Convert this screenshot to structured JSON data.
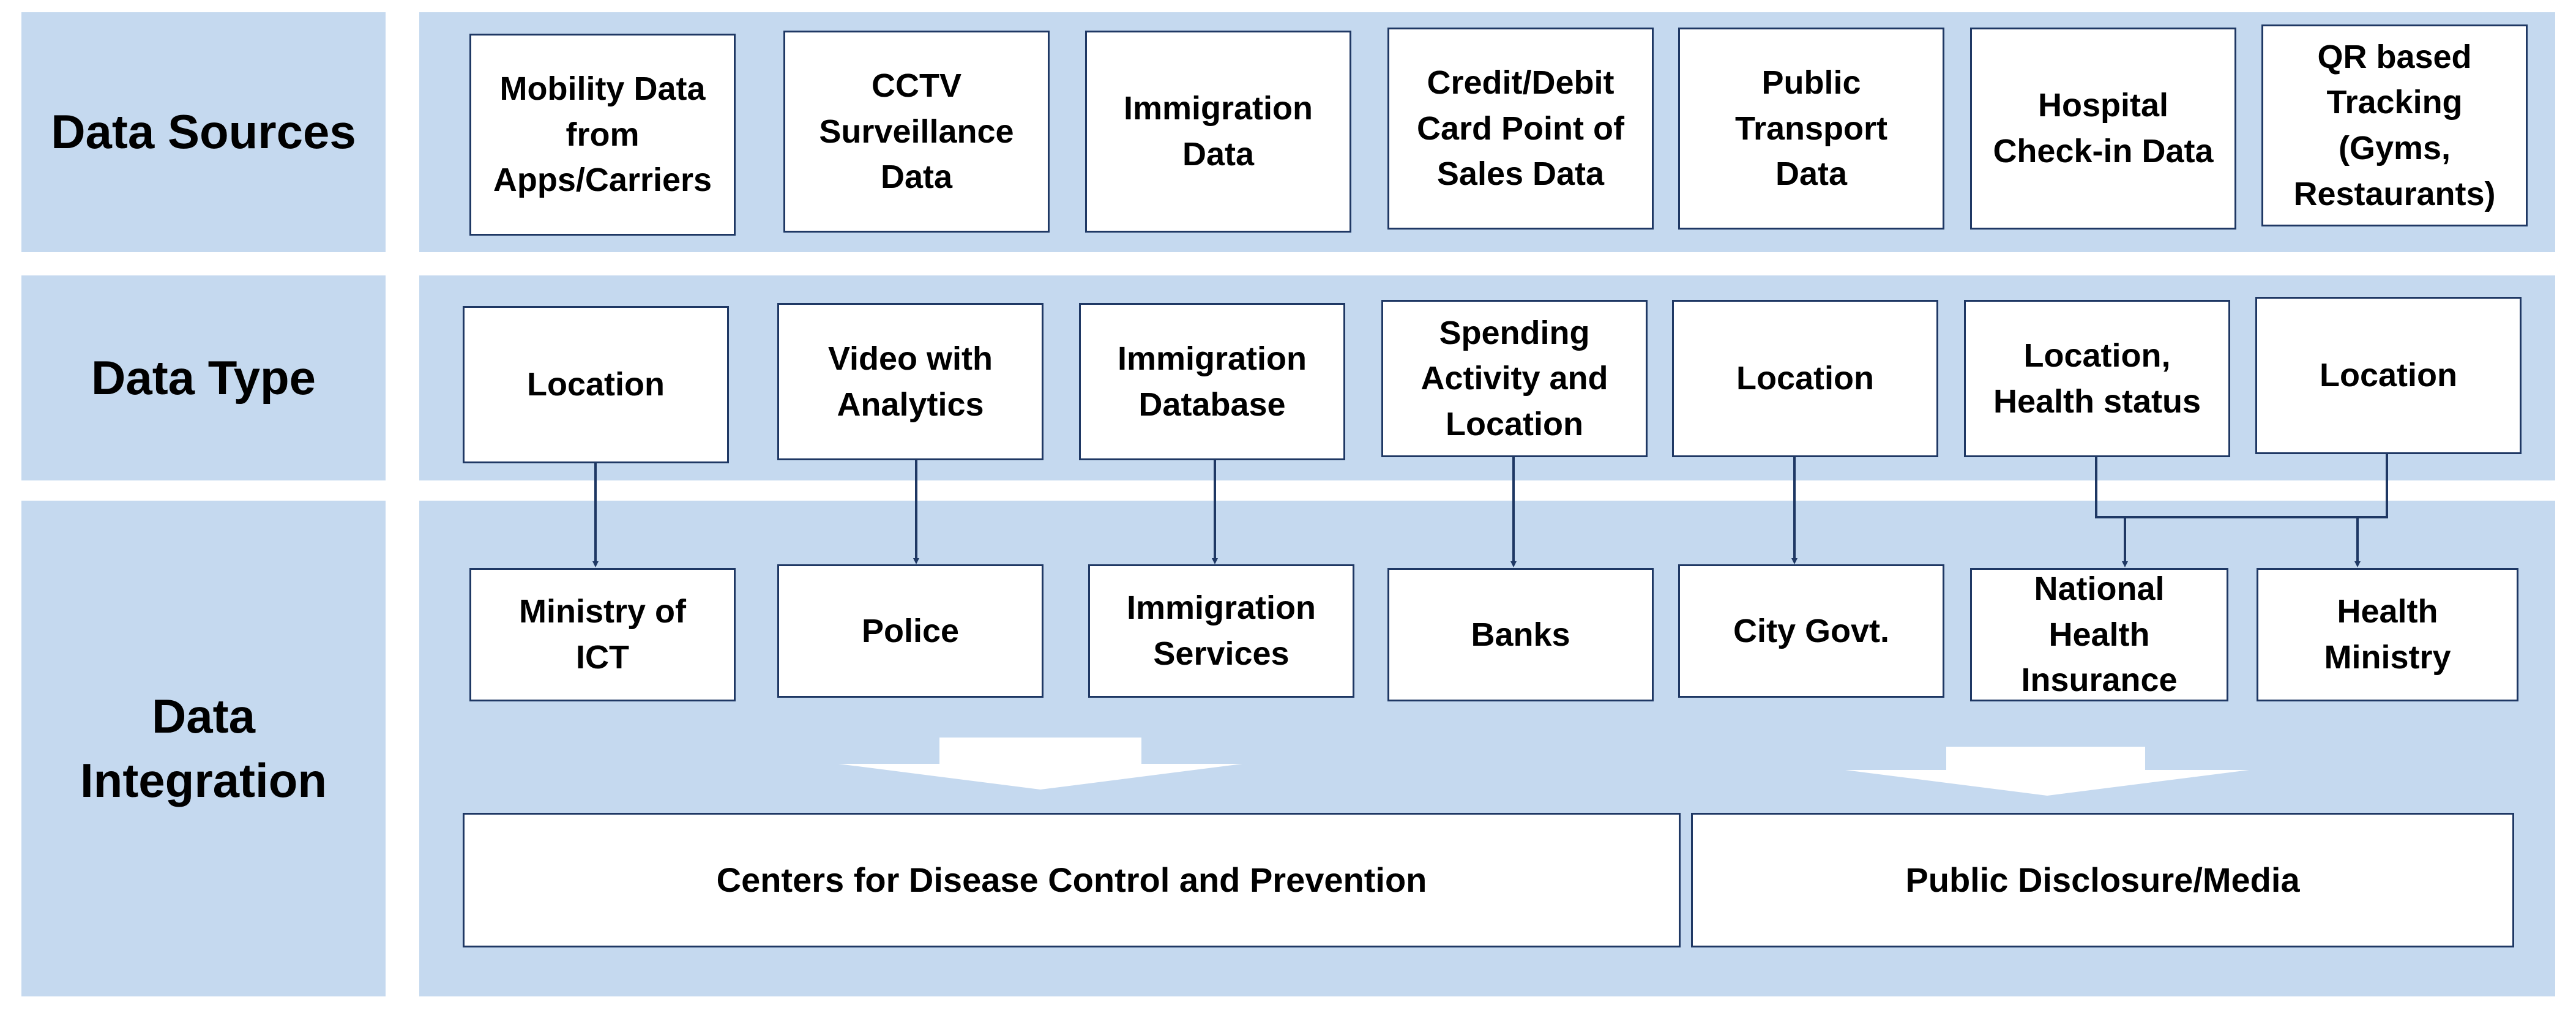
{
  "rows": {
    "sources_label": "Data Sources",
    "type_label": "Data Type",
    "integration_label": "Data\nIntegration"
  },
  "sources": [
    "Mobility Data\nfrom\nApps/Carriers",
    "CCTV\nSurveillance\nData",
    "Immigration\nData",
    "Credit/Debit\nCard Point of\nSales Data",
    "Public\nTransport\nData",
    "Hospital\nCheck-in Data",
    "QR based\nTracking\n(Gyms,\nRestaurants)"
  ],
  "types": [
    "Location",
    "Video with\nAnalytics",
    "Immigration\nDatabase",
    "Spending\nActivity and\nLocation",
    "Location",
    "Location,\nHealth status",
    "Location"
  ],
  "integrators": [
    "Ministry of\nICT",
    "Police",
    "Immigration\nServices",
    "Banks",
    "City Govt.",
    "National\nHealth\nInsurance",
    "Health\nMinistry"
  ],
  "outputs": {
    "cdc": "Centers for Disease Control and Prevention",
    "media": "Public Disclosure/Media"
  },
  "colors": {
    "band": "#c5d9ef",
    "border": "#1f3864",
    "arrow": "#1f3864",
    "big_arrow": "#ffffff"
  }
}
